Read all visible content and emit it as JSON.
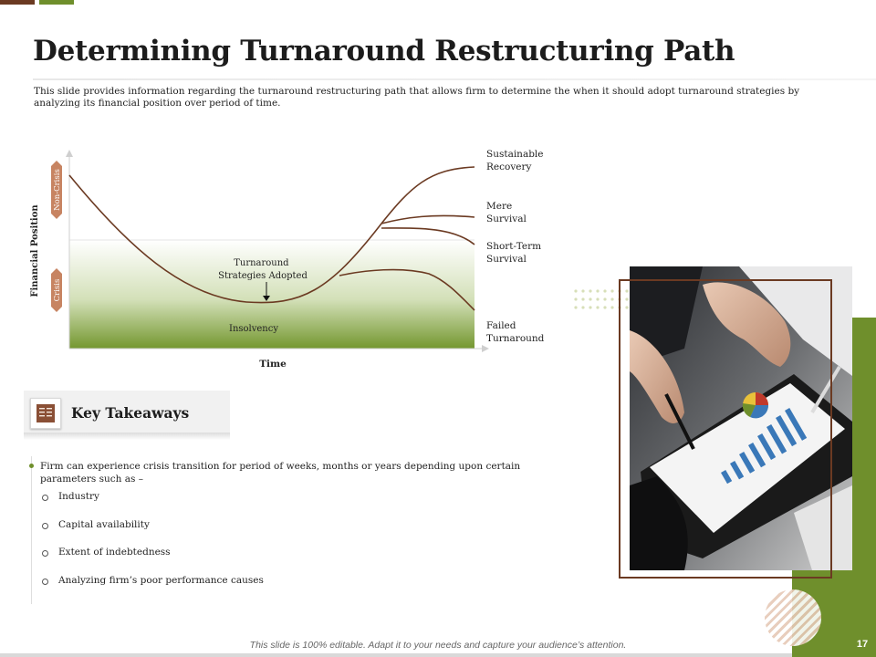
{
  "slide": {
    "title": "Determining Turnaround Restructuring Path",
    "description": "This slide provides information regarding the turnaround restructuring path that allows firm to determine the when it should adopt turnaround strategies by analyzing its financial position over  period of time.",
    "page_number": "17",
    "footer": "This slide is 100% editable. Adapt it to your needs and capture your audience’s attention."
  },
  "diagram": {
    "y_axis_label": "Financial Position",
    "x_axis_label": "Time",
    "zone_top": "Non-Crisis",
    "zone_bottom": "Crisis",
    "annotation": "Turnaround\nStrategies Adopted",
    "insolvency_label": "Insolvency",
    "outcomes": [
      "Sustainable\nRecovery",
      "Mere\nSurvival",
      "Short-Term\nSurvival",
      "Failed\nTurnaround"
    ],
    "colors": {
      "curve": "#6b3a22",
      "gradient_top": "#ffffff",
      "gradient_bottom": "#74972f",
      "tag": "#c78462"
    }
  },
  "takeaways": {
    "heading": "Key Takeaways",
    "icon": "book-icon",
    "main_point": "Firm can experience crisis transition for period of weeks, months or years depending upon certain parameters such as –",
    "sub_points": [
      "Industry",
      "Capital availability",
      "Extent of indebtedness",
      "Analyzing firm’s poor performance causes"
    ]
  },
  "image": {
    "icon": "business-meeting-photo",
    "colors": {
      "frame": "#6b3a22",
      "accent": "#6f8f2c"
    }
  }
}
